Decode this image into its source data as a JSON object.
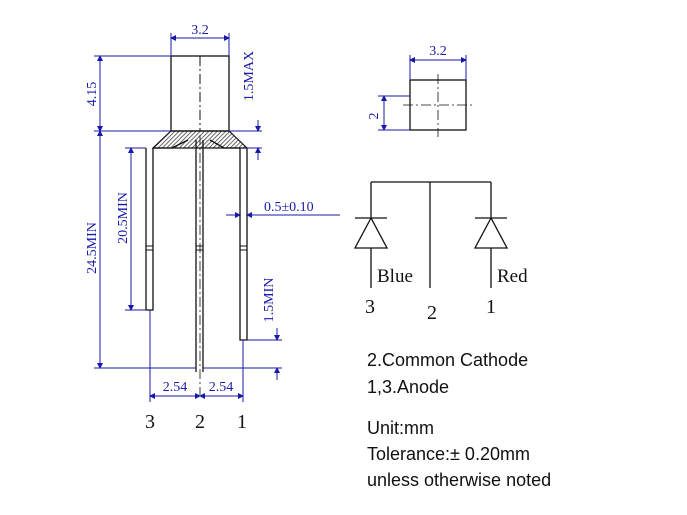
{
  "dimensions": {
    "top_width": "3.2",
    "body_height": "4.15",
    "dome_max": "1.5MAX",
    "lead_length_total": "24.5MIN",
    "lead_length_side": "20.5MIN",
    "lead_thickness": "0.5±0.10",
    "lead_offset": "1.5MIN",
    "pitch_left": "2.54",
    "pitch_right": "2.54"
  },
  "pins": {
    "p3": "3",
    "p2": "2",
    "p1": "1"
  },
  "top_view": {
    "width": "3.2",
    "height": "2"
  },
  "schematic": {
    "left_label": "Blue",
    "right_label": "Red",
    "pin_left": "3",
    "pin_mid": "2",
    "pin_right": "1"
  },
  "notes": {
    "line1": "2.Common Cathode",
    "line2": "1,3.Anode",
    "line3": "Unit:mm",
    "line4": "Tolerance:± 0.20mm",
    "line5": "unless otherwise noted"
  },
  "colors": {
    "dimension": "#1a1aa8",
    "drawing": "#111111",
    "hatch": "#555555"
  }
}
